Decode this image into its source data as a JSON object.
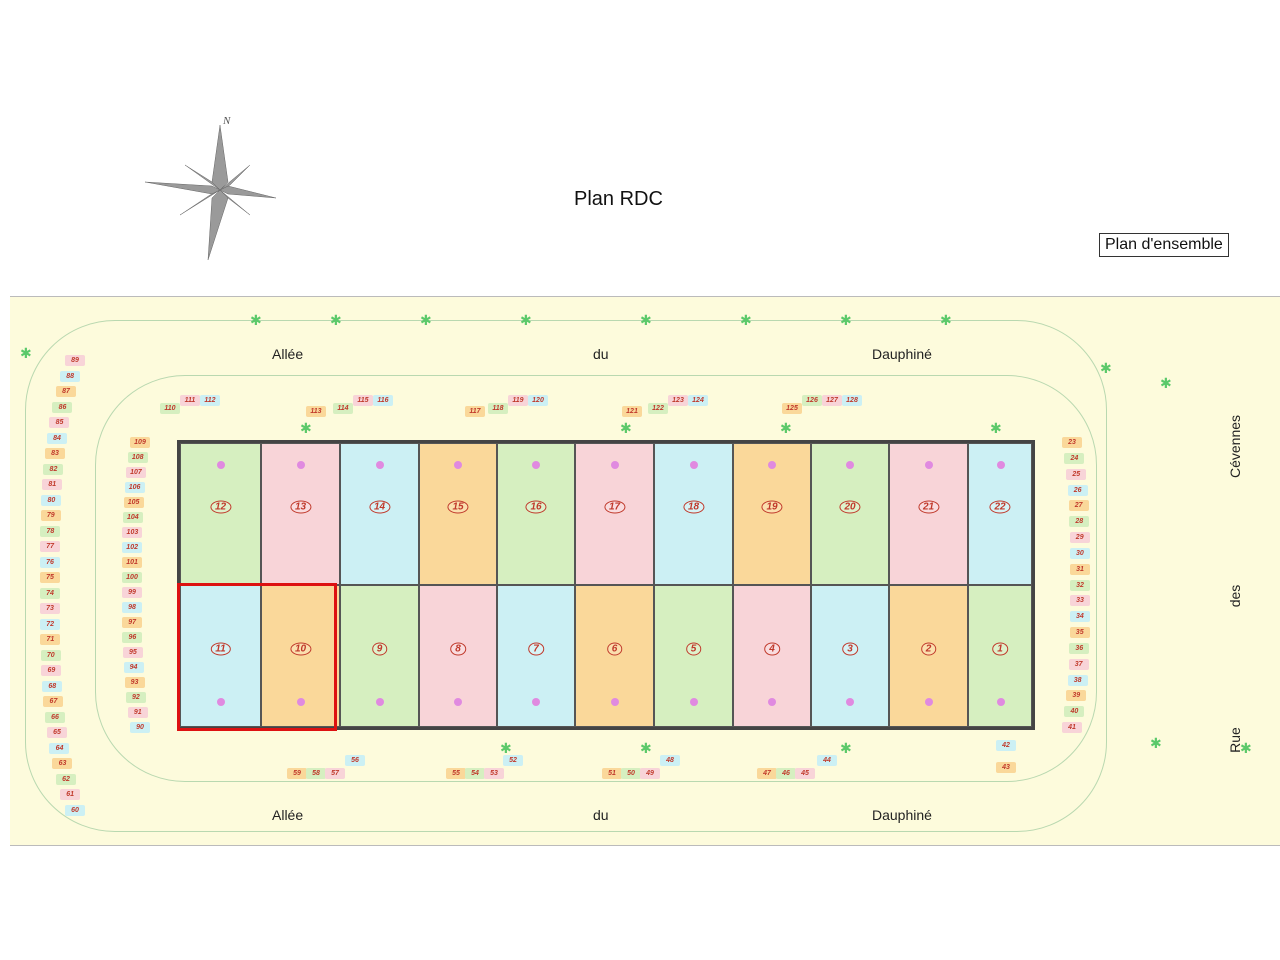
{
  "header": {
    "title": "Plan RDC",
    "ensemble_label": "Plan d'ensemble",
    "compass_label": "N"
  },
  "roads": {
    "top": [
      "Allée",
      "du",
      "Dauphiné"
    ],
    "bottom": [
      "Allée",
      "du",
      "Dauphiné"
    ],
    "right": [
      "Cévennes",
      "des",
      "Rue"
    ]
  },
  "colors": {
    "green": "#d6efc0",
    "pink": "#f8d4d8",
    "blue": "#ccf0f4",
    "orange": "#fad89a",
    "highlight": "#dd1111",
    "site": "#fdfbdc"
  },
  "units": {
    "top_row": [
      {
        "num": "12",
        "color": "green"
      },
      {
        "num": "13",
        "color": "pink"
      },
      {
        "num": "14",
        "color": "blue"
      },
      {
        "num": "15",
        "color": "orange"
      },
      {
        "num": "16",
        "color": "green"
      },
      {
        "num": "17",
        "color": "pink"
      },
      {
        "num": "18",
        "color": "blue"
      },
      {
        "num": "19",
        "color": "orange"
      },
      {
        "num": "20",
        "color": "green"
      },
      {
        "num": "21",
        "color": "pink"
      },
      {
        "num": "22",
        "color": "blue"
      }
    ],
    "bottom_row": [
      {
        "num": "11",
        "color": "blue"
      },
      {
        "num": "10",
        "color": "orange"
      },
      {
        "num": "9",
        "color": "green"
      },
      {
        "num": "8",
        "color": "pink"
      },
      {
        "num": "7",
        "color": "blue"
      },
      {
        "num": "6",
        "color": "orange"
      },
      {
        "num": "5",
        "color": "green"
      },
      {
        "num": "4",
        "color": "pink"
      },
      {
        "num": "3",
        "color": "blue"
      },
      {
        "num": "2",
        "color": "orange"
      },
      {
        "num": "1",
        "color": "green"
      }
    ],
    "highlighted": [
      "11",
      "10"
    ]
  },
  "parking": {
    "left_outer": [
      "89",
      "88",
      "87",
      "86",
      "85",
      "84",
      "83",
      "82",
      "81",
      "80",
      "79",
      "78",
      "77",
      "76",
      "75",
      "74",
      "73",
      "72",
      "71",
      "70",
      "69",
      "68",
      "67",
      "66",
      "65",
      "64",
      "63",
      "62",
      "61",
      "60"
    ],
    "left_inner": [
      "109",
      "108",
      "107",
      "106",
      "105",
      "104",
      "103",
      "102",
      "101",
      "100",
      "99",
      "98",
      "97",
      "96",
      "95",
      "94",
      "93",
      "92",
      "91",
      "90"
    ],
    "right": [
      "23",
      "24",
      "25",
      "26",
      "27",
      "28",
      "29",
      "30",
      "31",
      "32",
      "33",
      "34",
      "35",
      "36",
      "37",
      "38",
      "39",
      "40",
      "41"
    ],
    "right_extra": [
      "42",
      "43"
    ],
    "top_groups": [
      [
        "110",
        "111",
        "112"
      ],
      [
        "113"
      ],
      [
        "114",
        "115",
        "116"
      ],
      [
        "117"
      ],
      [
        "118",
        "119",
        "120"
      ],
      [
        "121"
      ],
      [
        "122",
        "123",
        "124"
      ],
      [
        "125",
        "126",
        "127",
        "128"
      ]
    ],
    "bottom_groups": [
      [
        "59",
        "58",
        "57"
      ],
      [
        "56"
      ],
      [
        "55",
        "54",
        "53"
      ],
      [
        "52"
      ],
      [
        "51",
        "50",
        "49"
      ],
      [
        "48"
      ],
      [
        "47",
        "46",
        "45"
      ],
      [
        "44"
      ]
    ]
  }
}
